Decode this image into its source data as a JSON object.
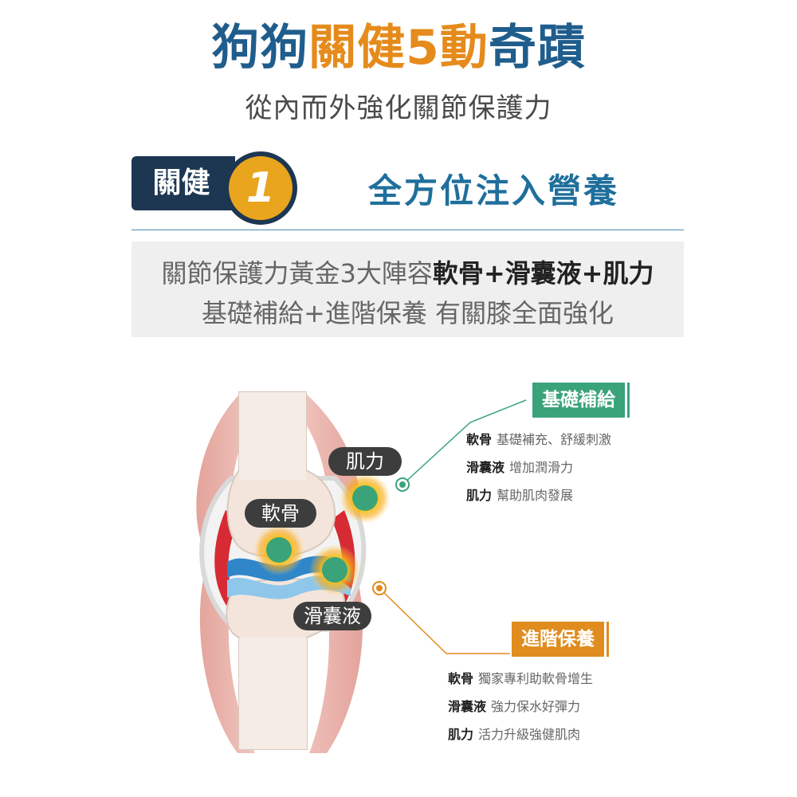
{
  "header": {
    "title_part1": "狗狗",
    "title_part2": "關健5動",
    "title_part3": "奇蹟",
    "subtitle": "從內而外強化關節保護力"
  },
  "section": {
    "badge_label": "關健",
    "badge_number": "1",
    "title": "全方位注入營養"
  },
  "summary": {
    "line1_plain": "關節保護力黃金3大陣容",
    "line1_bold": "軟骨+滑囊液+肌力",
    "line2": "基礎補給+進階保養 有關膝全面強化"
  },
  "diagram": {
    "label_muscle": "肌力",
    "label_cartilage": "軟骨",
    "label_synovial": "滑囊液"
  },
  "basic": {
    "title": "基礎補給",
    "items": [
      {
        "name": "軟骨",
        "desc": "基礎補充、舒緩刺激"
      },
      {
        "name": "滑囊液",
        "desc": "增加潤滑力"
      },
      {
        "name": "肌力",
        "desc": "幫助肌肉發展"
      }
    ]
  },
  "advanced": {
    "title": "進階保養",
    "items": [
      {
        "name": "軟骨",
        "desc": "獨家專利助軟骨增生"
      },
      {
        "name": "滑囊液",
        "desc": "強力保水好彈力"
      },
      {
        "name": "肌力",
        "desc": "活力升級強健肌肉"
      }
    ]
  },
  "colors": {
    "title_blue": "#1f5d8c",
    "title_orange": "#e58b1c",
    "navy": "#1d3652",
    "green": "#3aa37a",
    "orange": "#e08c1e"
  }
}
